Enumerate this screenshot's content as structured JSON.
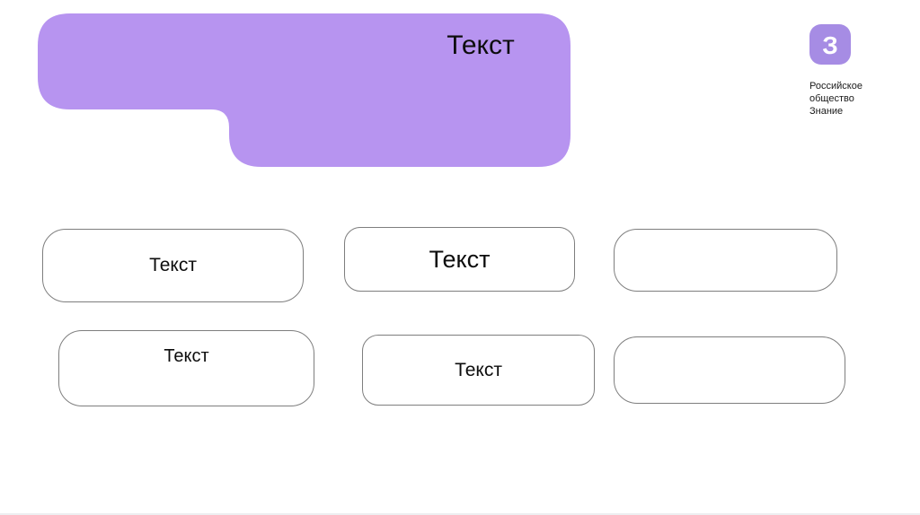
{
  "slide": {
    "background": "#ffffff",
    "accent_purple": "#b794f0",
    "box_border_gray": "#7e7e7e",
    "text_color": "#0d0d0d"
  },
  "banner": {
    "title": "Текст"
  },
  "logo": {
    "glyph": "З",
    "color": "#a68ce4",
    "lines": [
      "Российское",
      "общество",
      "Знание"
    ]
  },
  "boxes": [
    {
      "id": "box-1",
      "label": "Текст"
    },
    {
      "id": "box-2",
      "label": "Текст"
    },
    {
      "id": "box-3",
      "label": ""
    },
    {
      "id": "box-4",
      "label": "Текст"
    },
    {
      "id": "box-5",
      "label": "Текст"
    },
    {
      "id": "box-6",
      "label": ""
    }
  ]
}
